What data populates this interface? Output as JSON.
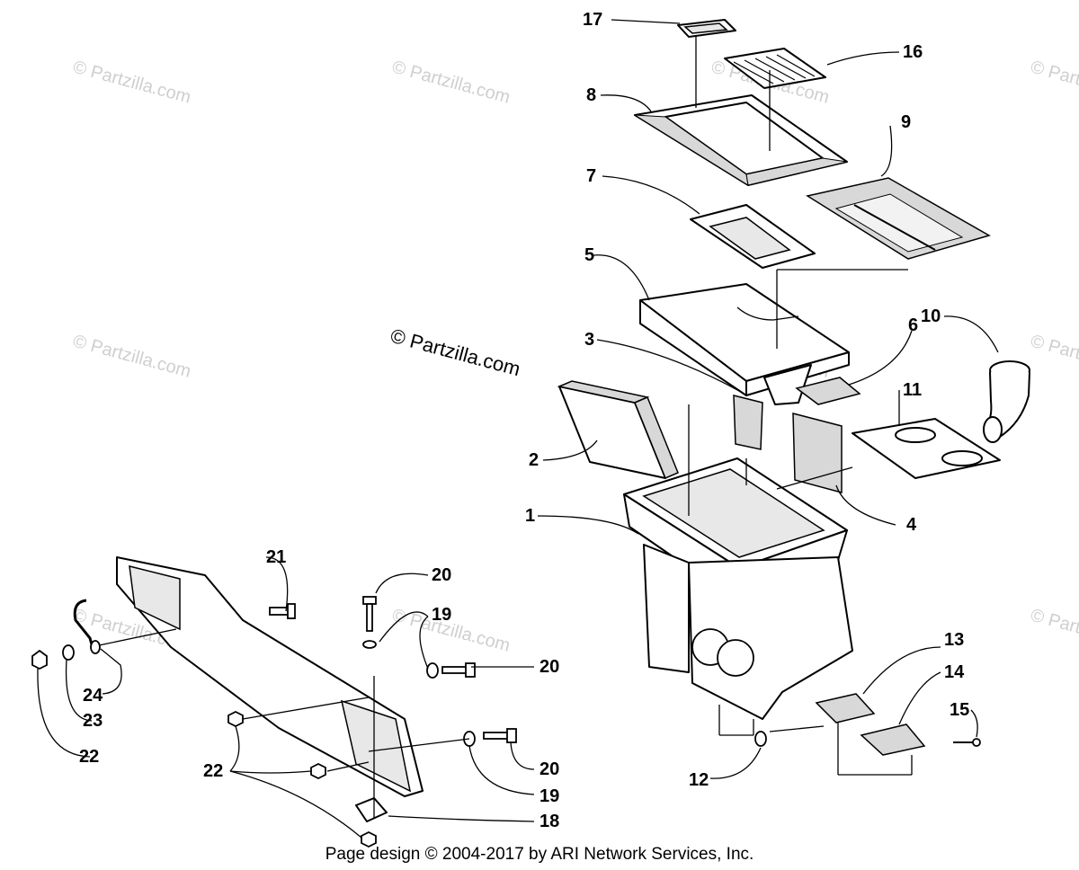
{
  "callouts": {
    "c1": "1",
    "c2": "2",
    "c3": "3",
    "c4": "4",
    "c5": "5",
    "c6": "6",
    "c7": "7",
    "c8": "8",
    "c9": "9",
    "c10": "10",
    "c11": "11",
    "c12": "12",
    "c13": "13",
    "c14": "14",
    "c15": "15",
    "c16": "16",
    "c17": "17",
    "c18": "18",
    "c19a": "19",
    "c19b": "19",
    "c20a": "20",
    "c20b": "20",
    "c20c": "20",
    "c21": "21",
    "c22a": "22",
    "c22b": "22",
    "c23": "23",
    "c24": "24"
  },
  "watermark": {
    "main": "© Partzilla.com",
    "faint": "© Partzilla.com"
  },
  "footer": "Page design © 2004-2017 by ARI Network Services, Inc."
}
